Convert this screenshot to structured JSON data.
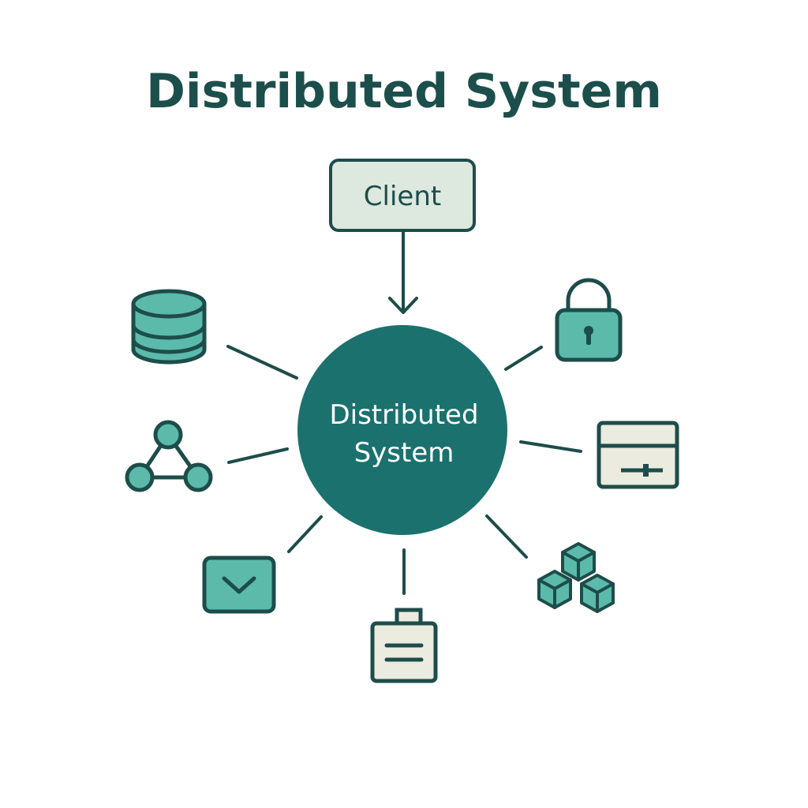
{
  "title": "Distributed System",
  "client": {
    "label": "Client"
  },
  "center": {
    "line1": "Distributed",
    "line2": "System"
  },
  "colors": {
    "dark": "#1d4d4a",
    "teal": "#1b716d",
    "tealLight": "#5cbaab",
    "clientFill": "#dde8df",
    "cream": "#ecebdf",
    "white": "#ffffff"
  },
  "icons": [
    "database-icon",
    "lock-icon",
    "network-icon",
    "settings-panel-icon",
    "message-icon",
    "document-icon",
    "cubes-icon"
  ]
}
